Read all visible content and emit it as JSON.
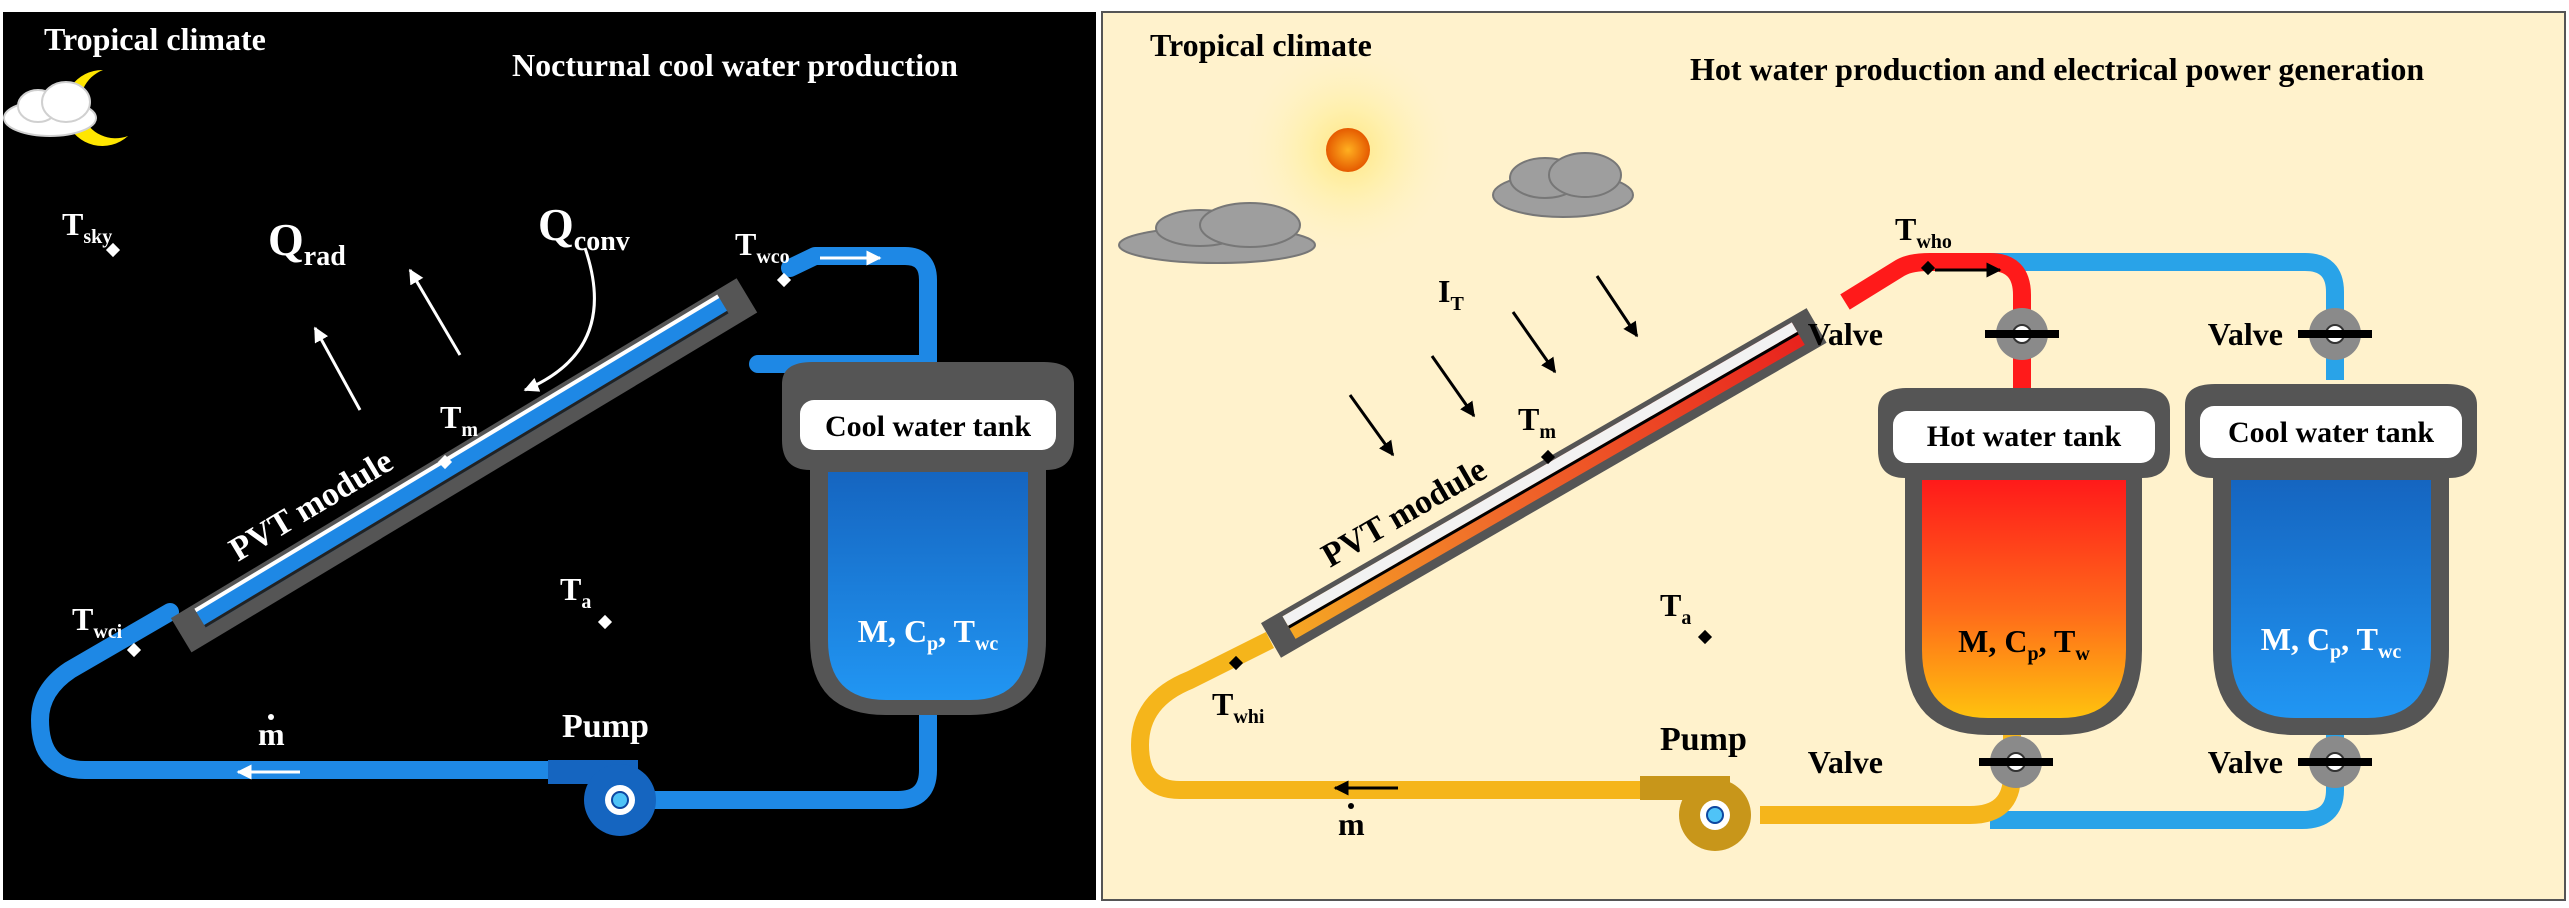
{
  "night_panel": {
    "climate": "Tropical climate",
    "title": "Nocturnal cool water production",
    "labels": {
      "t_sky_main": "T",
      "t_sky_sub": "sky",
      "q_rad_main": "Q",
      "q_rad_sub": "rad",
      "q_conv_main": "Q",
      "q_conv_sub": "conv",
      "t_wco_main": "T",
      "t_wco_sub": "wco",
      "t_m_main": "T",
      "t_m_sub": "m",
      "t_wci_main": "T",
      "t_wci_sub": "wci",
      "t_a_main": "T",
      "t_a_sub": "a",
      "mass_flow": "m",
      "pump": "Pump",
      "module": "PVT module",
      "tank_name": "Cool water tank",
      "tank_m": "M, C",
      "tank_cp_sub": "p",
      "tank_t": ", T",
      "tank_t_sub": "wc"
    }
  },
  "day_panel": {
    "climate": "Tropical climate",
    "title": "Hot water production and electrical power generation",
    "labels": {
      "i_t_main": "I",
      "i_t_sub": "T",
      "t_who_main": "T",
      "t_who_sub": "who",
      "t_m_main": "T",
      "t_m_sub": "m",
      "t_whi_main": "T",
      "t_whi_sub": "whi",
      "t_a_main": "T",
      "t_a_sub": "a",
      "mass_flow": "m",
      "pump": "Pump",
      "module": "PVT module",
      "valve_hot_top": "Valve",
      "valve_cool_top": "Valve",
      "valve_hot_bottom": "Valve",
      "valve_cool_bottom": "Valve",
      "hot_tank_name": "Hot water tank",
      "hot_tank_m": "M, C",
      "hot_tank_cp_sub": "p",
      "hot_tank_t": ", T",
      "hot_tank_t_sub": "w",
      "cool_tank_name": "Cool water tank",
      "cool_tank_m": "M, C",
      "cool_tank_cp_sub": "p",
      "cool_tank_t": ", T",
      "cool_tank_t_sub": "wc"
    }
  },
  "colors": {
    "night_bg": "#000000",
    "day_bg": "#FFF2CC",
    "cool_water": "#1E88E5",
    "hot_water": "#FF1A1A",
    "warm_water": "#F5B51B",
    "tank_shell": "#555555"
  }
}
